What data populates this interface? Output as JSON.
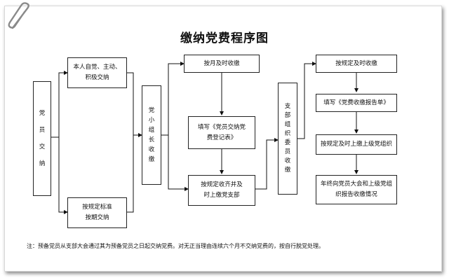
{
  "title": "缴纳党费程序图",
  "nodes": {
    "party_member": [
      "党",
      "员",
      "交",
      "纳"
    ],
    "voluntary": [
      "本人自觉、主动、",
      "积极交纳"
    ],
    "standard": [
      "按规定标准",
      "按期交纳"
    ],
    "group_leader": [
      "党",
      "小",
      "组",
      "长",
      "收",
      "缴"
    ],
    "monthly_collect": "按月及时收缴",
    "fill_register": [
      "填写《党员交纳党",
      "费登记表》"
    ],
    "submit_branch": [
      "按规定收齐并及",
      "时上缴党支部"
    ],
    "branch_committee": [
      "支",
      "部",
      "组",
      "织",
      "委",
      "员",
      "收",
      "缴"
    ],
    "timely_collect": "按规定及时收缴",
    "fill_report": "填写《党费收缴报告单》",
    "submit_upper": "按规定及时上缴上级党组织",
    "year_end_report": [
      "年终向党员大会和上级党组",
      "织报告收缴情况"
    ]
  },
  "note": "注：预备党员从支部大会通过其为预备党员之日起交纳党费。对无正当理由连续六个月不交纳党费的，按自行脱党处理。"
}
